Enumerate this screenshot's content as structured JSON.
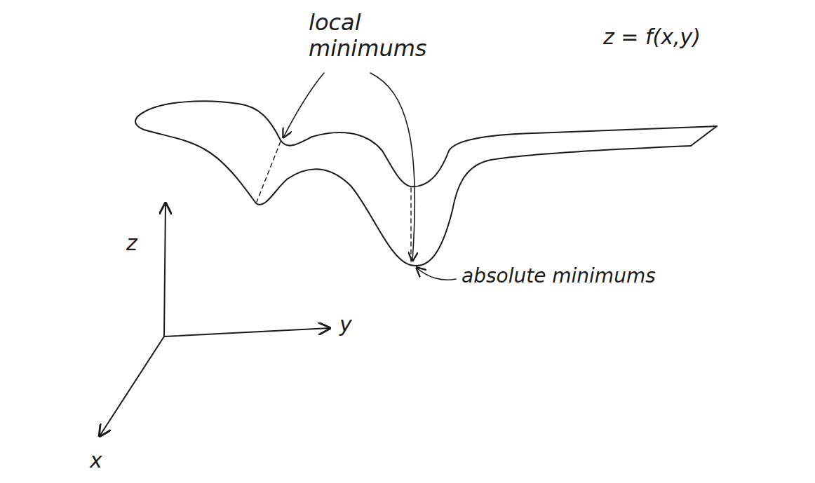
{
  "diagram": {
    "labels": [
      "local minimums",
      "z = f(x,y)",
      "absolute minimums",
      "z",
      "y",
      "x"
    ]
  }
}
